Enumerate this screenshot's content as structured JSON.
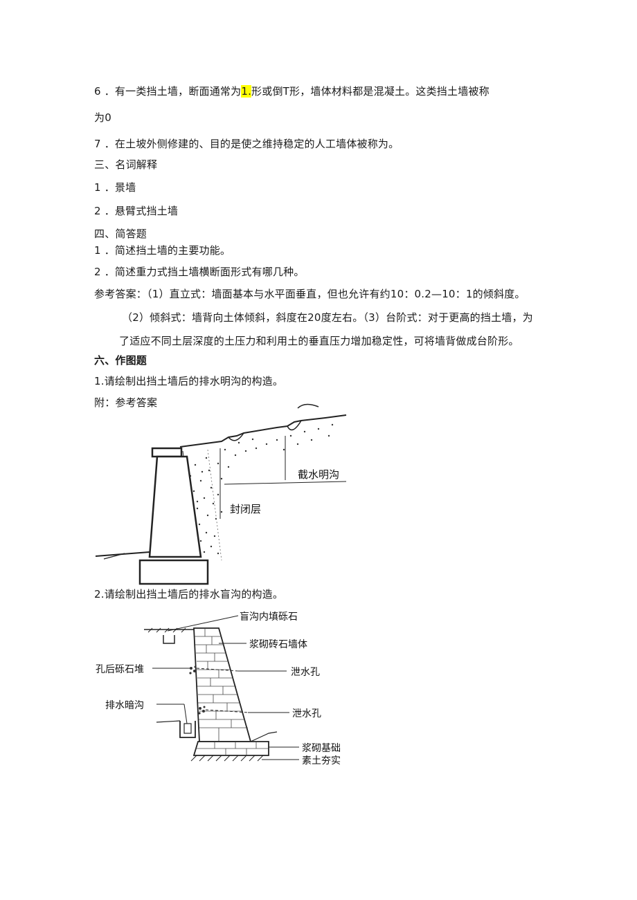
{
  "q6": {
    "num": "6",
    "pre": "．有一类挡土墙，断面通常为",
    "hl": "1.",
    "post": "形或倒T形，墙体材料都是混凝土。这类挡土墙被称",
    "cont": "为0"
  },
  "q7": {
    "num": "7",
    "text": "．在土坡外侧修建的、目的是使之维持稳定的人工墙体被称为。"
  },
  "sec3": "三、名词解释",
  "n1": {
    "num": "1",
    "text": "．景墙"
  },
  "n2": {
    "num": "2",
    "text": "．悬臂式挡土墙"
  },
  "sec4": "四、简答题",
  "s1": {
    "num": "1",
    "text": "．简述挡土墙的主要功能。"
  },
  "s2": {
    "num": "2",
    "text": "．简述重力式挡土墙横断面形式有哪几种。"
  },
  "ans": {
    "l1": "参考答案：（1）直立式：墙面基本与水平面垂直，但也允许有约10：0.2—10：1的倾斜度。",
    "l2": "（2）倾斜式：墙背向土体倾斜，斜度在20度左右。（3）台阶式：对于更高的挡土墙，为",
    "l3": "了适应不同土层深度的土压力和利用土的垂直压力增加稳定性，可将墙背做成台阶形。"
  },
  "sec6": "六、作图题",
  "d1": {
    "q": "1.请绘制出挡土墙后的排水明沟的构造。",
    "label_ditch": "截水明沟",
    "label_seal": "封闭层"
  },
  "appendix": "附：参考答案",
  "d2": {
    "q": "2.请绘制出挡土墙后的排水盲沟的构造。",
    "labels": {
      "fill": "盲沟内填砾石",
      "wall": "浆砌砖石墙体",
      "hole1": "泄水孔",
      "gravel": "孔后砾石堆",
      "hole2": "泄水孔",
      "drain": "排水暗沟",
      "base": "浆砌基础",
      "soil": "素土夯实"
    }
  }
}
